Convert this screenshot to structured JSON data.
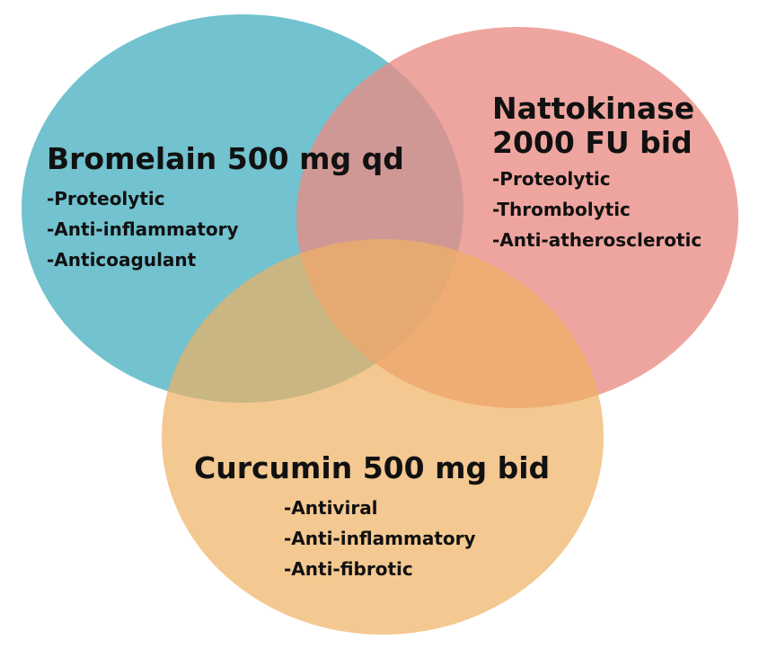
{
  "circles": [
    {
      "id": "bromelain",
      "title_lines": [
        "Bromelain 500 mg qd"
      ],
      "points": [
        "-Proteolytic",
        "-Anti-inflammatory",
        "-Anticoagulant"
      ],
      "color": "#5fbac8"
    },
    {
      "id": "nattokinase",
      "title_lines": [
        "Nattokinase",
        "2000 FU bid"
      ],
      "points": [
        "-Proteolytic",
        "-Thrombolytic",
        "-Anti-atherosclerotic"
      ],
      "color": "#ea8c84"
    },
    {
      "id": "curcumin",
      "title_lines": [
        "Curcumin 500 mg bid"
      ],
      "points": [
        "-Antiviral",
        "-Anti-inflammatory",
        "-Anti-fibrotic"
      ],
      "color": "#efb063"
    }
  ]
}
